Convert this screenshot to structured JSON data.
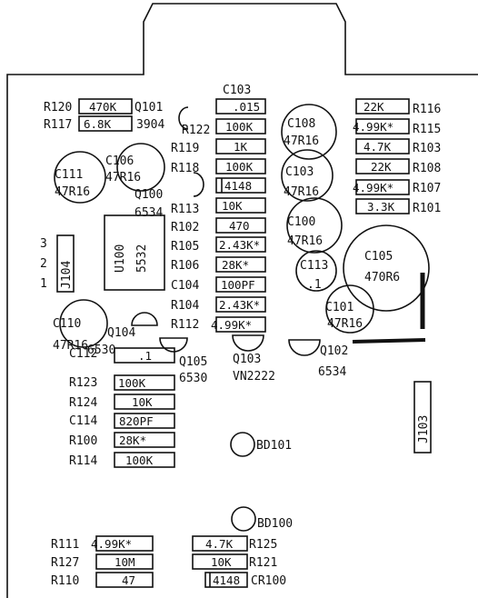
{
  "colors": {
    "ink": "#111111",
    "paper": "#ffffff"
  },
  "resistors_left": {
    "r120": "R120",
    "r120_val": "470K",
    "r117": "R117",
    "r117_val": "6.8K",
    "q101": "Q101",
    "q101_part": "3904"
  },
  "center_stack": {
    "c103": "C103",
    "c103_val": ".015",
    "v100k": "100K",
    "v1k": "1K",
    "v100k_b": "100K",
    "v4148": "4148",
    "v10k": "10K",
    "v470": "470",
    "v243k": "2.43K*",
    "v28k": "28K*",
    "v100pf": "100PF",
    "v243k_b": "2.43K*",
    "v499k": "4.99K*",
    "r122": "R122",
    "r119": "R119",
    "r118": "R118",
    "r113": "R113",
    "r102": "R102",
    "r105": "R105",
    "r106": "R106",
    "c104": "C104",
    "r104": "R104",
    "r112": "R112"
  },
  "right_stack": {
    "v22k": "22K",
    "v499k": "4.99K*",
    "v47k": "4.7K",
    "v22k_b": "22K",
    "v499k_b": "4.99K*",
    "v33k": "3.3K",
    "r116": "R116",
    "r115": "R115",
    "r103": "R103",
    "r108": "R108",
    "r107": "R107",
    "r101": "R101"
  },
  "caps": {
    "c108": "C108",
    "c108_val": "47R16",
    "c103e": "C103",
    "c103e_val": "47R16",
    "c100": "C100",
    "c100_val": "47R16",
    "c113": "C113",
    "c113_val": ".1",
    "c105": "C105",
    "c105_val": "470R6",
    "c101": "C101",
    "c101_val": "47R16",
    "c106": "C106",
    "c106_val": "47R16",
    "c111": "C111",
    "c111_val": "47R16",
    "c110": "C110",
    "c110_val": "47R16"
  },
  "transistors": {
    "q100": "Q100",
    "q100_part": "6534",
    "q104": "Q104",
    "q104_part": "6530",
    "q105": "Q105",
    "q105_part": "6530",
    "q103": "Q103",
    "q103_part": "VN2222",
    "q102": "Q102",
    "q102_part": "6534"
  },
  "ic": {
    "ref": "U100",
    "part": "5532"
  },
  "connectors": {
    "j104": "J104",
    "j103": "J103",
    "pin3": "3",
    "pin2": "2",
    "pin1": "1"
  },
  "lower_left": {
    "c112": "C112",
    "c112_val": ".1",
    "r123": "R123",
    "r123_val": "100K",
    "r124": "R124",
    "r124_val": "10K",
    "c114": "C114",
    "c114_val": "820PF",
    "r100": "R100",
    "r100_val": "28K*",
    "r114": "R114",
    "r114_val": "100K"
  },
  "beads": {
    "bd101": "BD101",
    "bd100": "BD100"
  },
  "bottom": {
    "r111": "R111",
    "r111_val": "4.99K*",
    "r127": "R127",
    "r127_val": "10M",
    "r110": "R110",
    "r110_val": "47",
    "r125": "R125",
    "r125_val": "4.7K",
    "r121": "R121",
    "r121_val": "10K",
    "cr100": "CR100",
    "cr100_val": "4148"
  }
}
